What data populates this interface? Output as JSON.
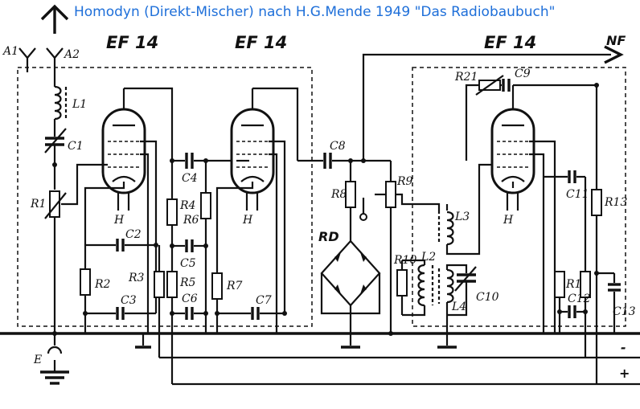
{
  "title": "Homodyn (Direkt-Mischer) nach H.G.Mende 1949 \"Das Radiobaubuch\"",
  "tubes": [
    "EF 14",
    "EF 14",
    "EF 14"
  ],
  "output_label": "NF",
  "rd_label": "RD",
  "ground_label": "E",
  "plus_label": "+",
  "minus_label": "-",
  "antenna": [
    "A1",
    "A2"
  ],
  "heater_labels": [
    "H",
    "H",
    "H"
  ],
  "components": {
    "L1": "L1",
    "C1": "C1",
    "R1": "R1",
    "R2": "R2",
    "R3": "R3",
    "C2": "C2",
    "C3": "C3",
    "R4": "R4",
    "C4": "C4",
    "R5": "R5",
    "R6": "R6",
    "C5": "C5",
    "C6": "C6",
    "R7": "R7",
    "C7": "C7",
    "C8": "C8",
    "R8": "R8",
    "R9": "R9",
    "R10": "R10",
    "L2": "L2",
    "L3": "L3",
    "L4": "L4",
    "C10": "C10",
    "R21": "R21",
    "C9": "C9",
    "C11": "C11",
    "R12": "R12",
    "R13": "R13",
    "C12": "C12",
    "C13": "C13"
  }
}
